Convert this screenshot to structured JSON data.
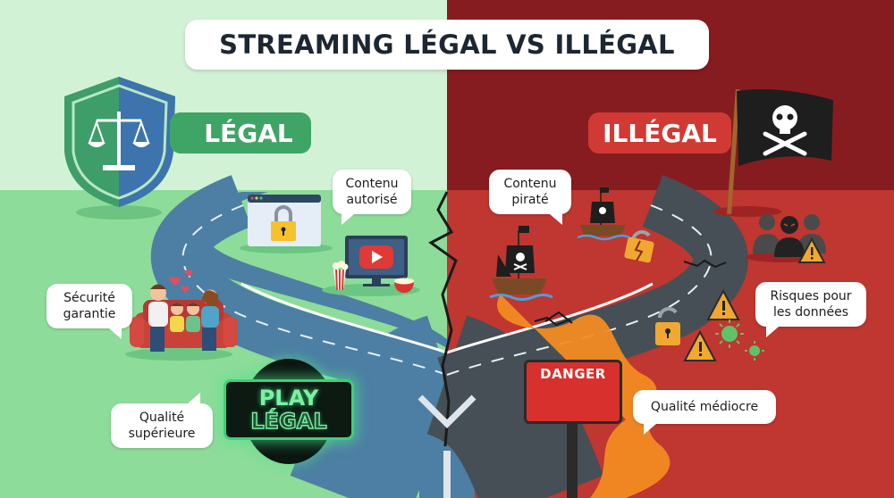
{
  "title": "STREAMING LÉGAL VS ILLÉGAL",
  "colors": {
    "legal_bg_top": "#d2f2d6",
    "legal_bg_bottom": "#8ddc9a",
    "legal_accent": "#3fa566",
    "legal_road": "#4c7fa3",
    "illegal_bg_top": "#871c20",
    "illegal_bg_bottom": "#c03630",
    "illegal_accent": "#d13a34",
    "illegal_road": "#454f55",
    "fire": "#f28b22",
    "title_text": "#1c2733"
  },
  "legal": {
    "label": "LÉGAL",
    "icons": [
      "shield-scales-icon",
      "browser-lock-icon",
      "tv-play-icon",
      "popcorn-icon",
      "family-sofa-icon",
      "heart-icon"
    ],
    "bubbles": {
      "content": "Contenu autorisé",
      "security": "Sécurité garantie",
      "quality": "Qualité supérieure"
    },
    "badge": {
      "line1": "PLAY",
      "line2": "LÉGAL"
    }
  },
  "illegal": {
    "label": "ILLÉGAL",
    "icons": [
      "pirate-flag-icon",
      "pirate-ship-icon",
      "broken-lock-icon",
      "hacker-icon",
      "warning-icon",
      "virus-icon",
      "road-crack-icon"
    ],
    "bubbles": {
      "content": "Contenu piraté",
      "data_risk": "Risques pour les données",
      "quality": "Qualité médiocre"
    },
    "sign": {
      "label": "DANGER"
    }
  }
}
